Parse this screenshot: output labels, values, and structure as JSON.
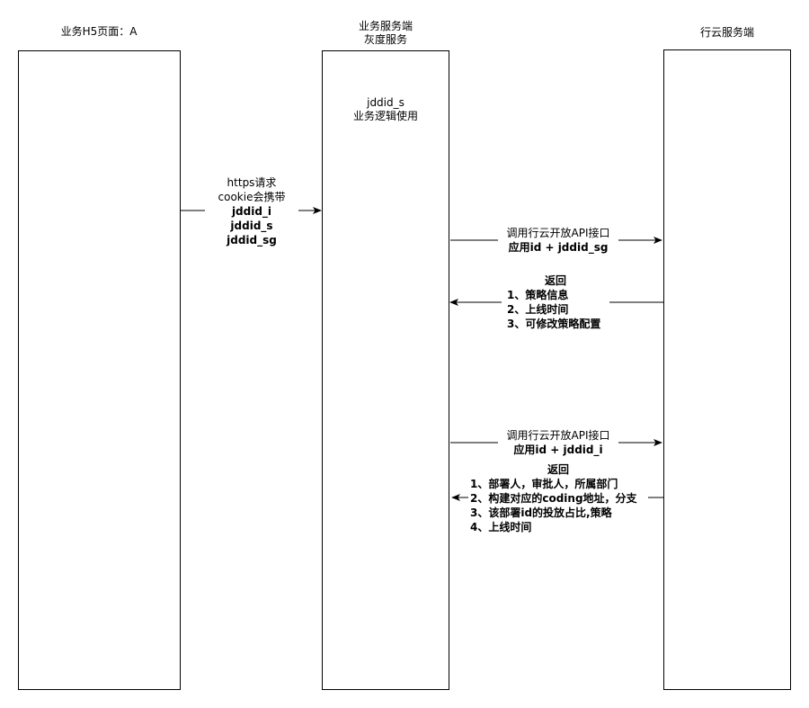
{
  "lanes": {
    "client": {
      "title": "业务H5页面：A"
    },
    "server": {
      "title_line1": "业务服务端",
      "title_line2": "灰度服务",
      "note_line1": "jddid_s",
      "note_line2": "业务逻辑使用"
    },
    "xingyun": {
      "title": "行云服务端"
    }
  },
  "messages": {
    "request": {
      "line1": "https请求",
      "line2": "cookie会携带",
      "b1": "jddid_i",
      "b2": "jddid_s",
      "b3": "jddid_sg"
    },
    "call1": {
      "line1": "调用行云开放API接口",
      "line2": "应用id + jddid_sg"
    },
    "return1": {
      "title": "返回",
      "i1": "1、策略信息",
      "i2": "2、上线时间",
      "i3": "3、可修改策略配置"
    },
    "call2": {
      "line1": "调用行云开放API接口",
      "line2": "应用id + jddid_i"
    },
    "return2": {
      "title": "返回",
      "i1": "1、部署人，审批人，所属部门",
      "i2": "2、构建对应的coding地址，分支",
      "i3": "3、该部署id的投放占比,策略",
      "i4": "4、上线时间"
    }
  }
}
